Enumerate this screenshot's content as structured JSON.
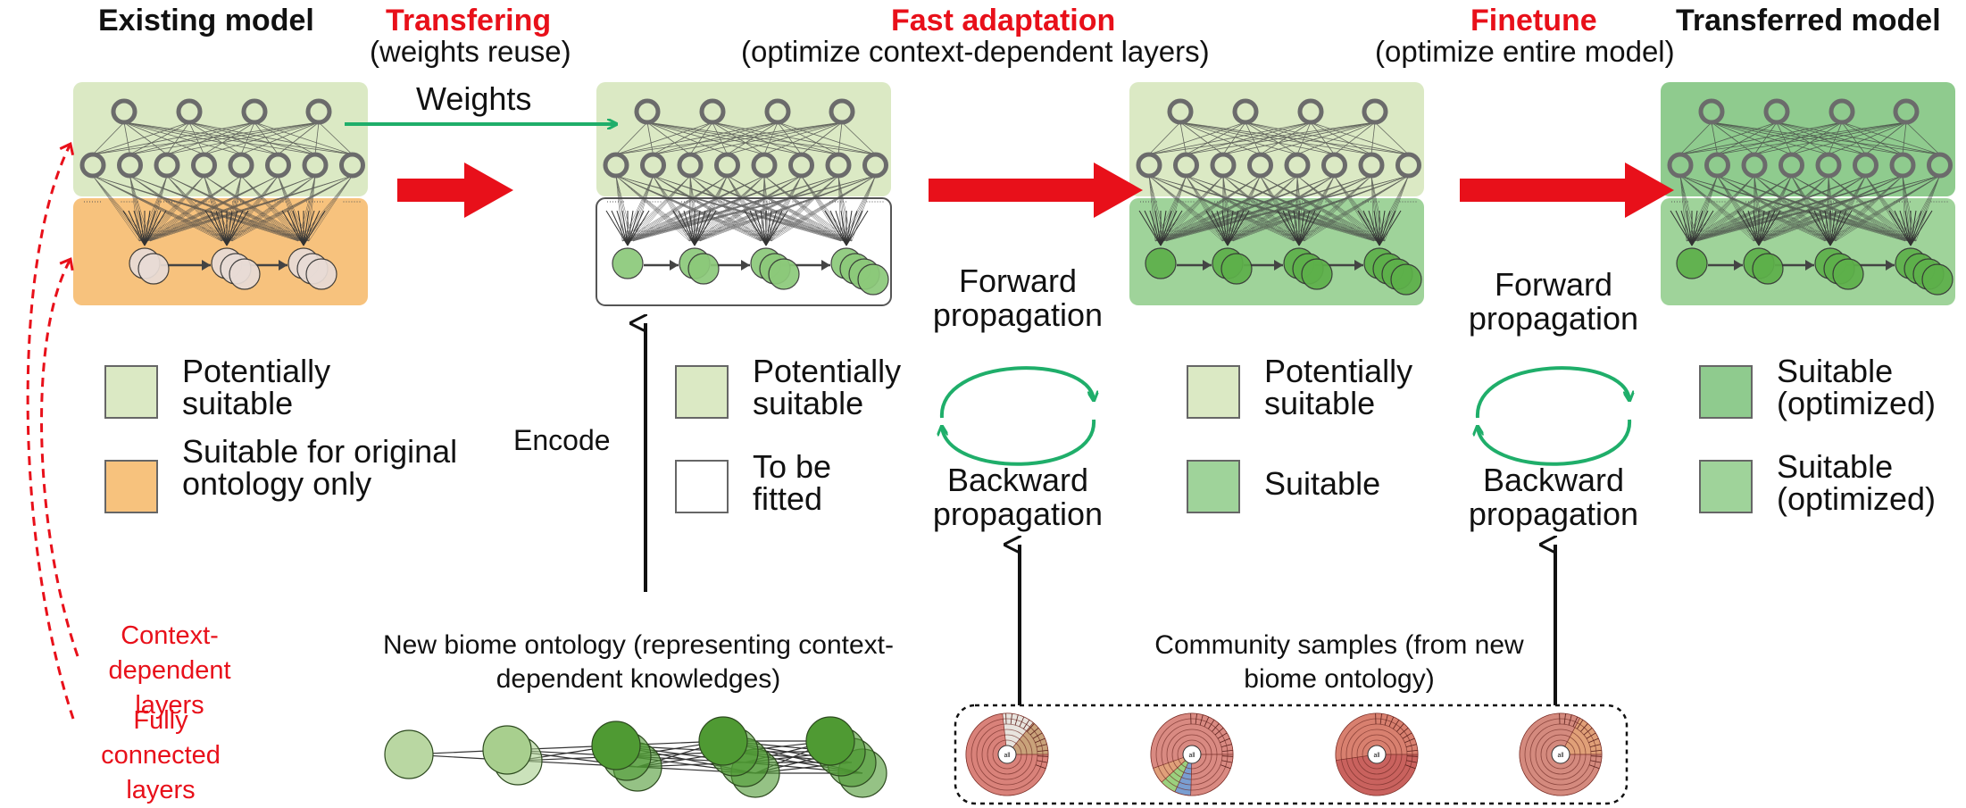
{
  "colors": {
    "light_green": "#dbe9c4",
    "orange": "#f7c27d",
    "mid_green": "#9fd39a",
    "dark_green": "#8fcb8e",
    "red_arrow": "#e8101a",
    "teal_arrow": "#1fae6a",
    "node_gray": "#6b6b6b"
  },
  "headers": {
    "existing": "Existing model",
    "transfering": "Transfering",
    "transfering_sub": "(weights reuse)",
    "fast": "Fast adaptation",
    "fast_sub": "(optimize context-dependent layers)",
    "finetune": "Finetune",
    "finetune_sub": "(optimize entire model)",
    "transferred": "Transferred model"
  },
  "weights_label": "Weights",
  "encode_label": "Encode",
  "propagation": {
    "forward1": "Forward propagation",
    "backward1": "Backward propagation",
    "forward2": "Forward propagation",
    "backward2": "Backward propagation"
  },
  "legend_existing": [
    {
      "label": "Potentially suitable",
      "swatch": "light_green"
    },
    {
      "label": "Suitable for original ontology only",
      "swatch": "orange"
    }
  ],
  "legend_transfer": [
    {
      "label": "Potentially suitable",
      "swatch": "light_green"
    },
    {
      "label": "To be fitted",
      "swatch": "white"
    }
  ],
  "legend_fast": [
    {
      "label": "Potentially suitable",
      "swatch": "light_green"
    },
    {
      "label": "Suitable",
      "swatch": "mid_green"
    }
  ],
  "legend_final": [
    {
      "label": "Suitable (optimized)",
      "swatch": "dark_green"
    },
    {
      "label": "Suitable (optimized)",
      "swatch": "mid_green"
    }
  ],
  "context_dependent_label": "Context-dependent layers",
  "fully_connected_label": "Fully connected layers",
  "ontology_caption": "New biome ontology (representing context-dependent knowledges)",
  "community_caption": "Community samples (from new biome ontology)",
  "sunburst_center": "all"
}
